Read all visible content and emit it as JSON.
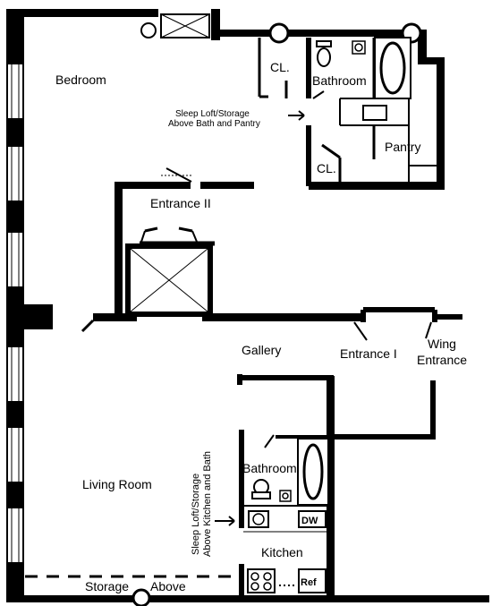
{
  "rooms": {
    "bedroom": "Bedroom",
    "closet_upper": "CL.",
    "bathroom_upper": "Bathroom",
    "pantry": "Pantry",
    "closet_lower": "CL.",
    "entrance_2": "Entrance II",
    "gallery": "Gallery",
    "entrance_1": "Entrance I",
    "wing_entrance_line1": "Wing",
    "wing_entrance_line2": "Entrance",
    "living_room": "Living Room",
    "bathroom_lower": "Bathroom",
    "kitchen": "Kitchen",
    "storage": "Storage",
    "above": "Above"
  },
  "notes": {
    "loft_upper_line1": "Sleep Loft/Storage",
    "loft_upper_line2": "Above Bath and Pantry",
    "loft_lower_line1": "Sleep Loft/Storage",
    "loft_lower_line2": "Above Kitchen and Bath"
  },
  "appliances": {
    "dishwasher": "DW",
    "refrigerator": "Ref"
  }
}
